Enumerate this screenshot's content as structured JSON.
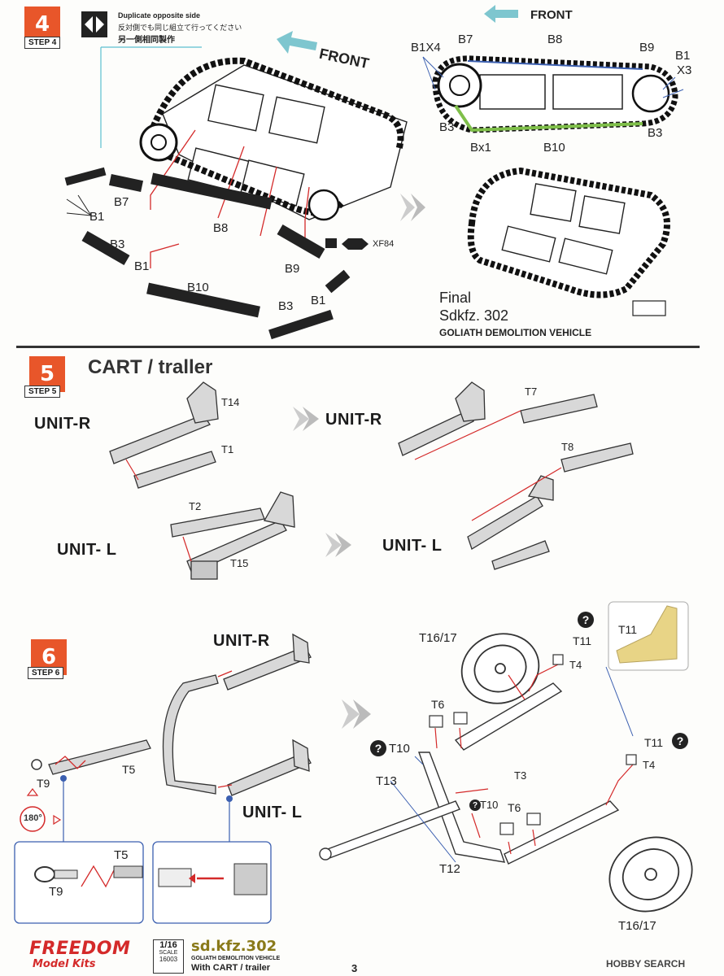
{
  "step4": {
    "number": "4",
    "tag": "STEP 4",
    "duplicate_en": "Duplicate opposite side",
    "duplicate_jp": "反対側でも同じ組立て行ってください",
    "duplicate_cn": "另一側相同製作",
    "front_left": "FRONT",
    "front_right": "FRONT",
    "labels_left": [
      "B1",
      "B7",
      "B8",
      "B3",
      "B1",
      "B10",
      "B9",
      "B3",
      "B1"
    ],
    "paint_code": "XF84",
    "labels_right": [
      "B1X4",
      "B7",
      "B8",
      "B9",
      "B1",
      "X3",
      "B3",
      "Bx1",
      "B10",
      "B3"
    ],
    "final_label": "Final",
    "final_model": "Sdkfz. 302",
    "final_name": "GOLIATH DEMOLITION VEHICLE"
  },
  "step5": {
    "number": "5",
    "tag": "STEP 5",
    "title": "CART / traller",
    "unit_r": "UNIT-R",
    "unit_r2": "UNIT-R",
    "unit_l": "UNIT- L",
    "unit_l2": "UNIT- L",
    "parts": [
      "T14",
      "T1",
      "T2",
      "T15",
      "T7",
      "T8"
    ]
  },
  "step6": {
    "number": "6",
    "tag": "STEP 6",
    "unit_r": "UNIT-R",
    "unit_l": "UNIT- L",
    "parts_left": [
      "T5",
      "T9"
    ],
    "rotate": "180°",
    "inset_t5": "T5",
    "inset_t9": "T9",
    "parts_right": [
      "T16/17",
      "T11",
      "T4",
      "T6",
      "T10",
      "T3",
      "T13",
      "T11",
      "T4",
      "T10",
      "T6",
      "T12",
      "T16/17"
    ],
    "callout_part": "T11",
    "qmark": "?"
  },
  "footer": {
    "brand_top": "FREEDOM",
    "brand_bottom": "Model Kits",
    "scale_top": "1/16",
    "scale_mid": "SCALE",
    "scale_code": "16003",
    "product": "sd.kfz.302",
    "product_sub": "GOLIATH DEMOLITION VEHICLE",
    "product_sub2": "With CART / trailer",
    "page_number": "3",
    "watermark": "HOBBY SEARCH"
  },
  "colors": {
    "step_orange": "#e8562a",
    "arrow_red": "#d42a2a",
    "line_cyan": "#5bbfd0",
    "line_blue": "#3b5fb0",
    "highlight_green": "#7fbf4a",
    "highlight_yellow": "#e8d486"
  }
}
